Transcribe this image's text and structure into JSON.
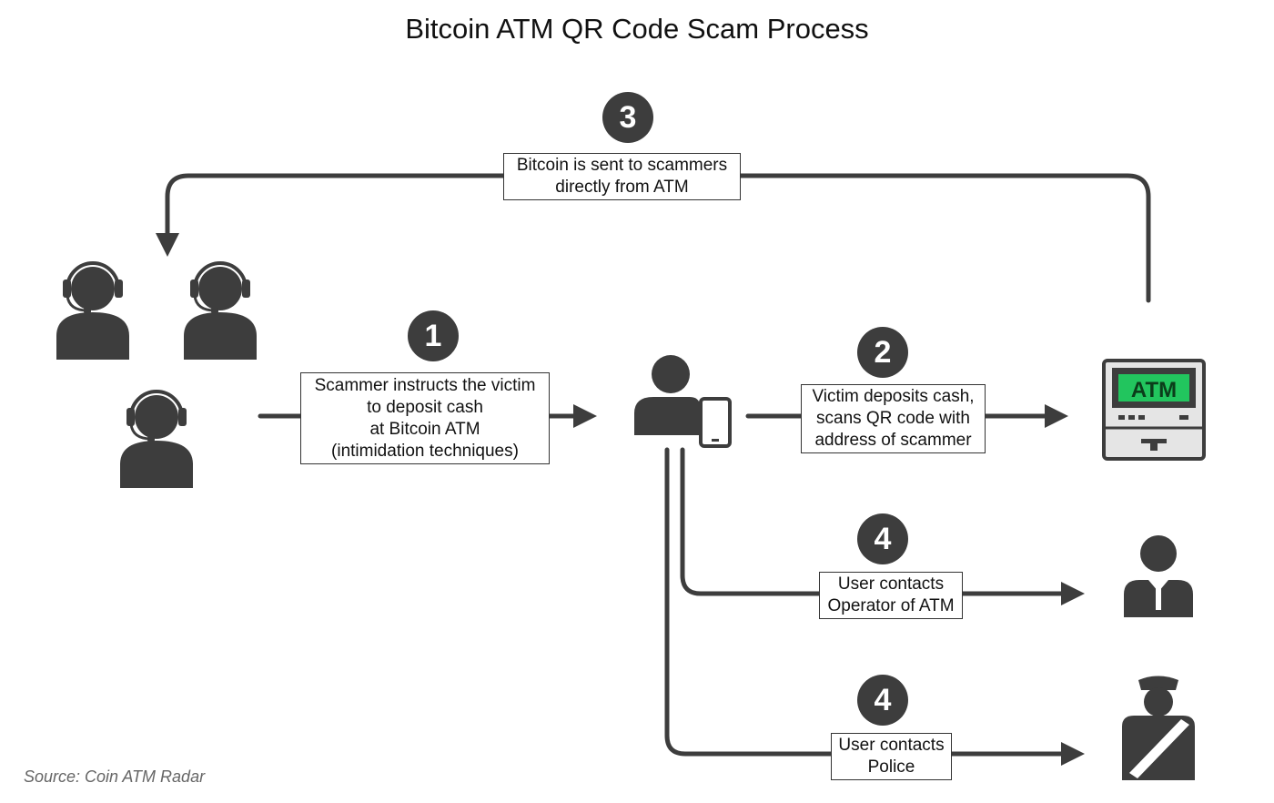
{
  "title": "Bitcoin ATM QR Code Scam Process",
  "source": "Source: Coin ATM Radar",
  "steps": {
    "s1": {
      "number": "1",
      "text": "Scammer instructs the victim\nto deposit cash\nat Bitcoin ATM\n(intimidation techniques)"
    },
    "s2": {
      "number": "2",
      "text": "Victim deposits cash,\nscans QR code with\naddress of scammer"
    },
    "s3": {
      "number": "3",
      "text": "Bitcoin is sent to scammers\ndirectly from ATM"
    },
    "s4a": {
      "number": "4",
      "text": "User contacts\nOperator of ATM"
    },
    "s4b": {
      "number": "4",
      "text": "User contacts\nPolice"
    }
  },
  "atm": {
    "screen_label": "ATM"
  },
  "colors": {
    "icon": "#3d3d3d",
    "line": "#3d3d3d",
    "atm_screen": "#22c55e"
  },
  "icons": [
    "headset-person-icon",
    "victim-person-icon",
    "smartphone-icon",
    "atm-machine-icon",
    "operator-person-icon",
    "police-officer-icon"
  ]
}
